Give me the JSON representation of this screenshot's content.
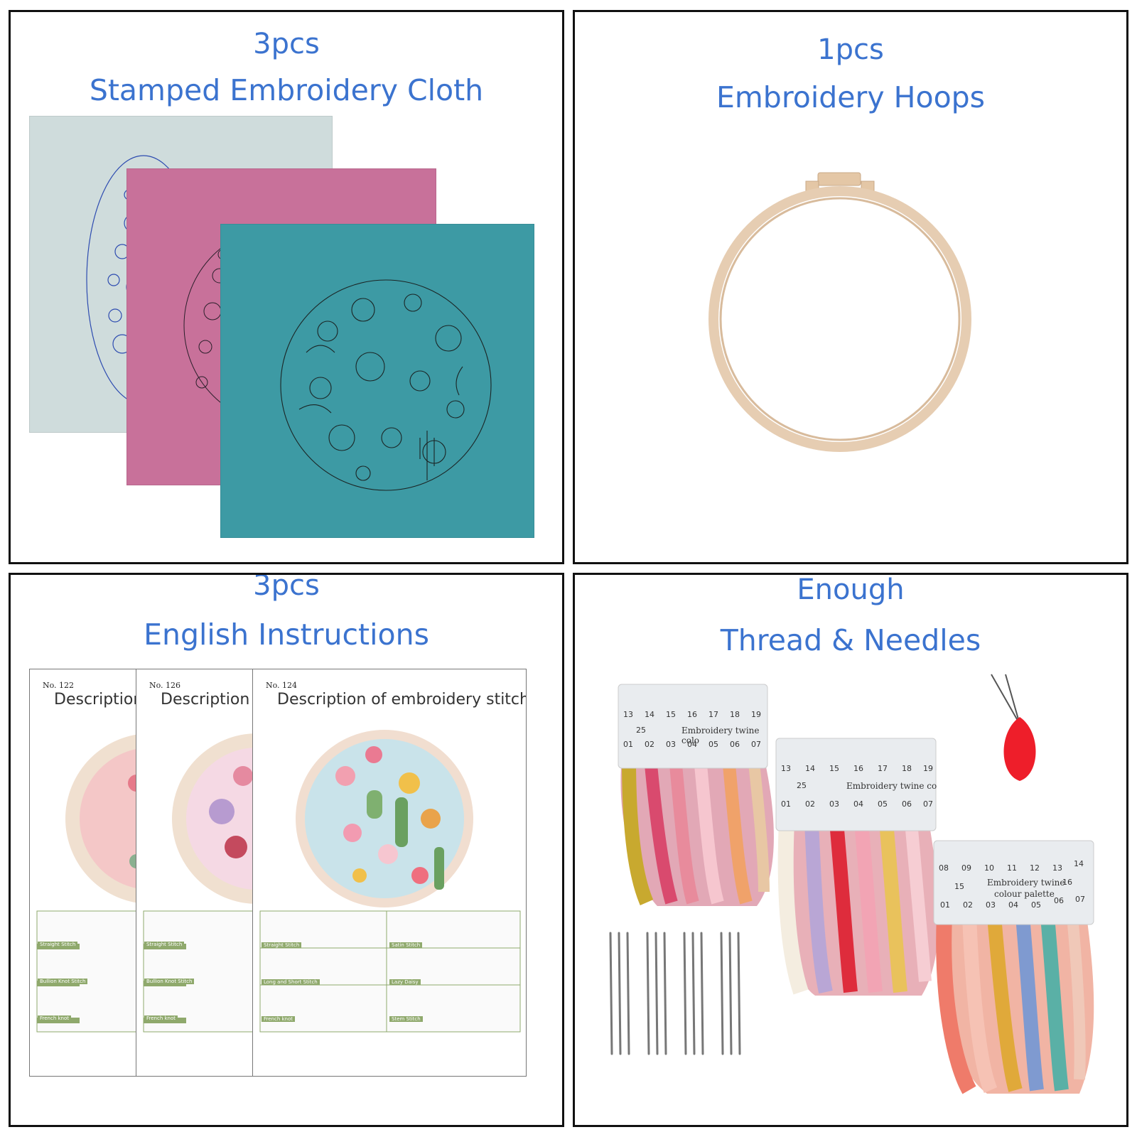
{
  "panels": {
    "cloth": {
      "count": "3pcs",
      "name": "Stamped Embroidery Cloth",
      "colors": [
        "#cfdcdc",
        "#c8719a",
        "#3d9aa4"
      ]
    },
    "hoop": {
      "count": "1pcs",
      "name": "Embroidery Hoops",
      "color": "#ead2b8"
    },
    "instructions": {
      "count": "3pcs",
      "name": "English Instructions",
      "sheets": [
        {
          "no": "No.  122",
          "title": "Description"
        },
        {
          "no": "No.  126",
          "title": "Description o"
        },
        {
          "no": "No.  124",
          "title": "Description of embroidery stitch"
        }
      ],
      "stitches": [
        "Straight Stitch",
        "Bullion Knot Stitch",
        "French knot",
        "Satin Stitch",
        "Long and Short Stitch",
        "Lazy Daisy",
        "Stem Stitch"
      ]
    },
    "thread": {
      "count": "Enough",
      "name": "Thread & Needles",
      "cards": [
        {
          "title": "Embroidery twine colo",
          "top": [
            "13",
            "14",
            "15",
            "16",
            "17",
            "18",
            "19"
          ],
          "mid": "25",
          "bottom": [
            "01",
            "02",
            "03",
            "04",
            "05",
            "06",
            "07"
          ]
        },
        {
          "title": "Embroidery twine co",
          "top": [
            "13",
            "14",
            "15",
            "16",
            "17",
            "18",
            "19"
          ],
          "mid": "25",
          "bottom": [
            "01",
            "02",
            "03",
            "04",
            "05",
            "06",
            "07"
          ]
        },
        {
          "title": "Embroidery twine",
          "title2": "colour palette",
          "top": [
            "08",
            "09",
            "10",
            "11",
            "12",
            "13",
            "14"
          ],
          "mid": "15",
          "side": "16",
          "bottom": [
            "01",
            "02",
            "03",
            "04",
            "05",
            "06",
            "07"
          ]
        }
      ]
    }
  }
}
